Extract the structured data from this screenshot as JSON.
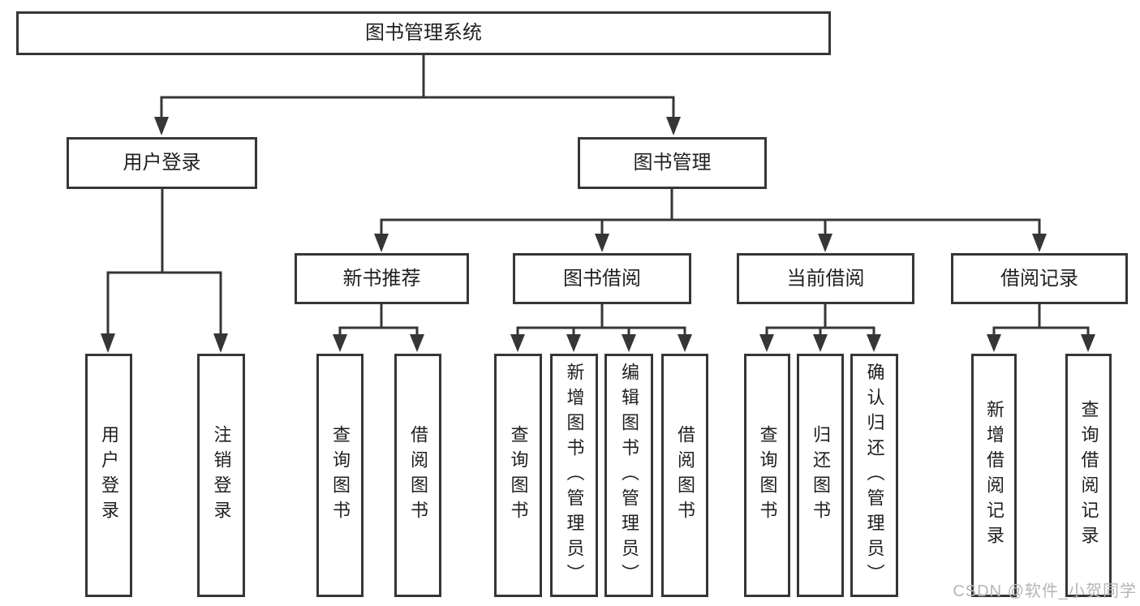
{
  "diagram": {
    "line_color": "#363636",
    "box_border_color": "#363636",
    "text_color": "#1f1f1f",
    "background_color": "#ffffff",
    "watermark": {
      "text": "CSDN @软件_小贺同学",
      "color": "#b5b5b5"
    },
    "tree": {
      "label": "图书管理系统",
      "children": [
        {
          "label": "用户登录",
          "children": [
            {
              "label": "用户登录"
            },
            {
              "label": "注销登录"
            }
          ]
        },
        {
          "label": "图书管理",
          "children": [
            {
              "label": "新书推荐",
              "children": [
                {
                  "label": "查询图书"
                },
                {
                  "label": "借阅图书"
                }
              ]
            },
            {
              "label": "图书借阅",
              "children": [
                {
                  "label": "查询图书"
                },
                {
                  "label": "新增图书（管理员）"
                },
                {
                  "label": "编辑图书（管理员）"
                },
                {
                  "label": "借阅图书"
                }
              ]
            },
            {
              "label": "当前借阅",
              "children": [
                {
                  "label": "查询图书"
                },
                {
                  "label": "归还图书"
                },
                {
                  "label": "确认归还（管理员）"
                }
              ]
            },
            {
              "label": "借阅记录",
              "children": [
                {
                  "label": "新增借阅记录"
                },
                {
                  "label": "查询借阅记录"
                }
              ]
            }
          ]
        }
      ]
    }
  }
}
